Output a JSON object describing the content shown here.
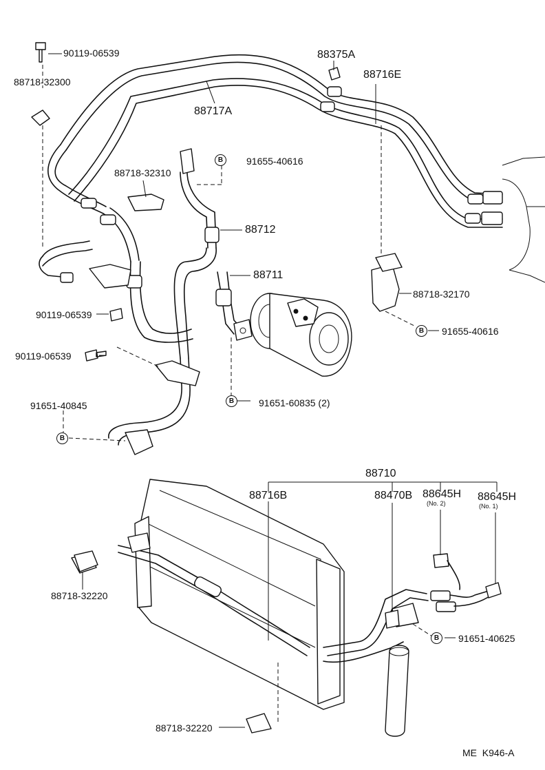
{
  "parts": [
    {
      "number": "90119-06539"
    },
    {
      "number": "88718-32300"
    },
    {
      "number": "88375A"
    },
    {
      "number": "88716E"
    },
    {
      "number": "88717A"
    },
    {
      "number": "91655-40616"
    },
    {
      "number": "88718-32310"
    },
    {
      "number": "88712"
    },
    {
      "number": "88711"
    },
    {
      "number": "88718-32170"
    },
    {
      "number": "90119-06539"
    },
    {
      "number": "91655-40616"
    },
    {
      "number": "90119-06539"
    },
    {
      "number": "91651-60835 (2)"
    },
    {
      "number": "91651-40845"
    },
    {
      "number": "88710"
    },
    {
      "number": "88716B"
    },
    {
      "number": "88470B"
    },
    {
      "number": "88645H"
    },
    {
      "number": "(No. 2)"
    },
    {
      "number": "88645H"
    },
    {
      "number": "(No. 1)"
    },
    {
      "number": "88718-32220"
    },
    {
      "number": "91651-40625"
    },
    {
      "number": "88718-32220"
    }
  ],
  "bolt_marker": "B",
  "diagram_code": "ME  K946-A"
}
